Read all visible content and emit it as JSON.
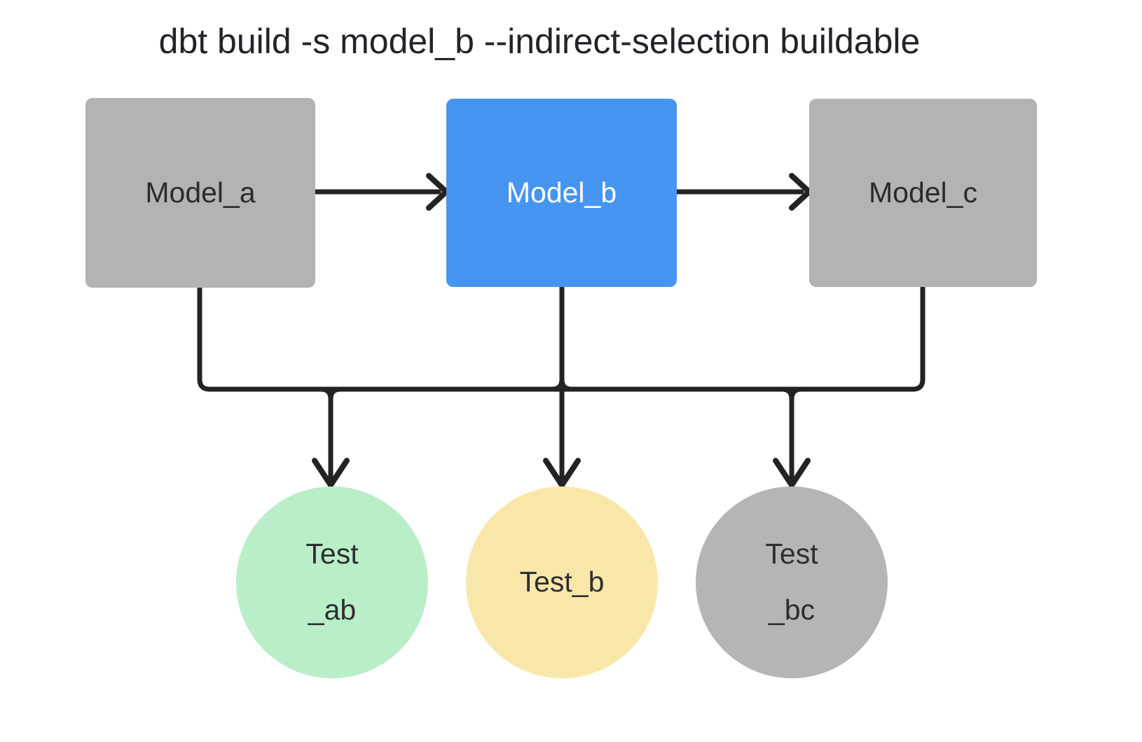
{
  "title": "dbt build -s model_b --indirect-selection buildable",
  "colors": {
    "selected_model_blue": "#4695f0",
    "unselected_gray": "#b3b3b3",
    "test_green": "#baeec9",
    "test_yellow": "#f9e7aa",
    "edge_black": "#232323",
    "title_text": "#212428"
  },
  "nodes": {
    "model_a": {
      "label": "Model_a"
    },
    "model_b": {
      "label": "Model_b"
    },
    "model_c": {
      "label": "Model_c"
    },
    "test_ab": {
      "label_line1": "Test",
      "label_line2": "_ab"
    },
    "test_b": {
      "label": "Test_b"
    },
    "test_bc": {
      "label_line1": "Test",
      "label_line2": "_bc"
    }
  }
}
